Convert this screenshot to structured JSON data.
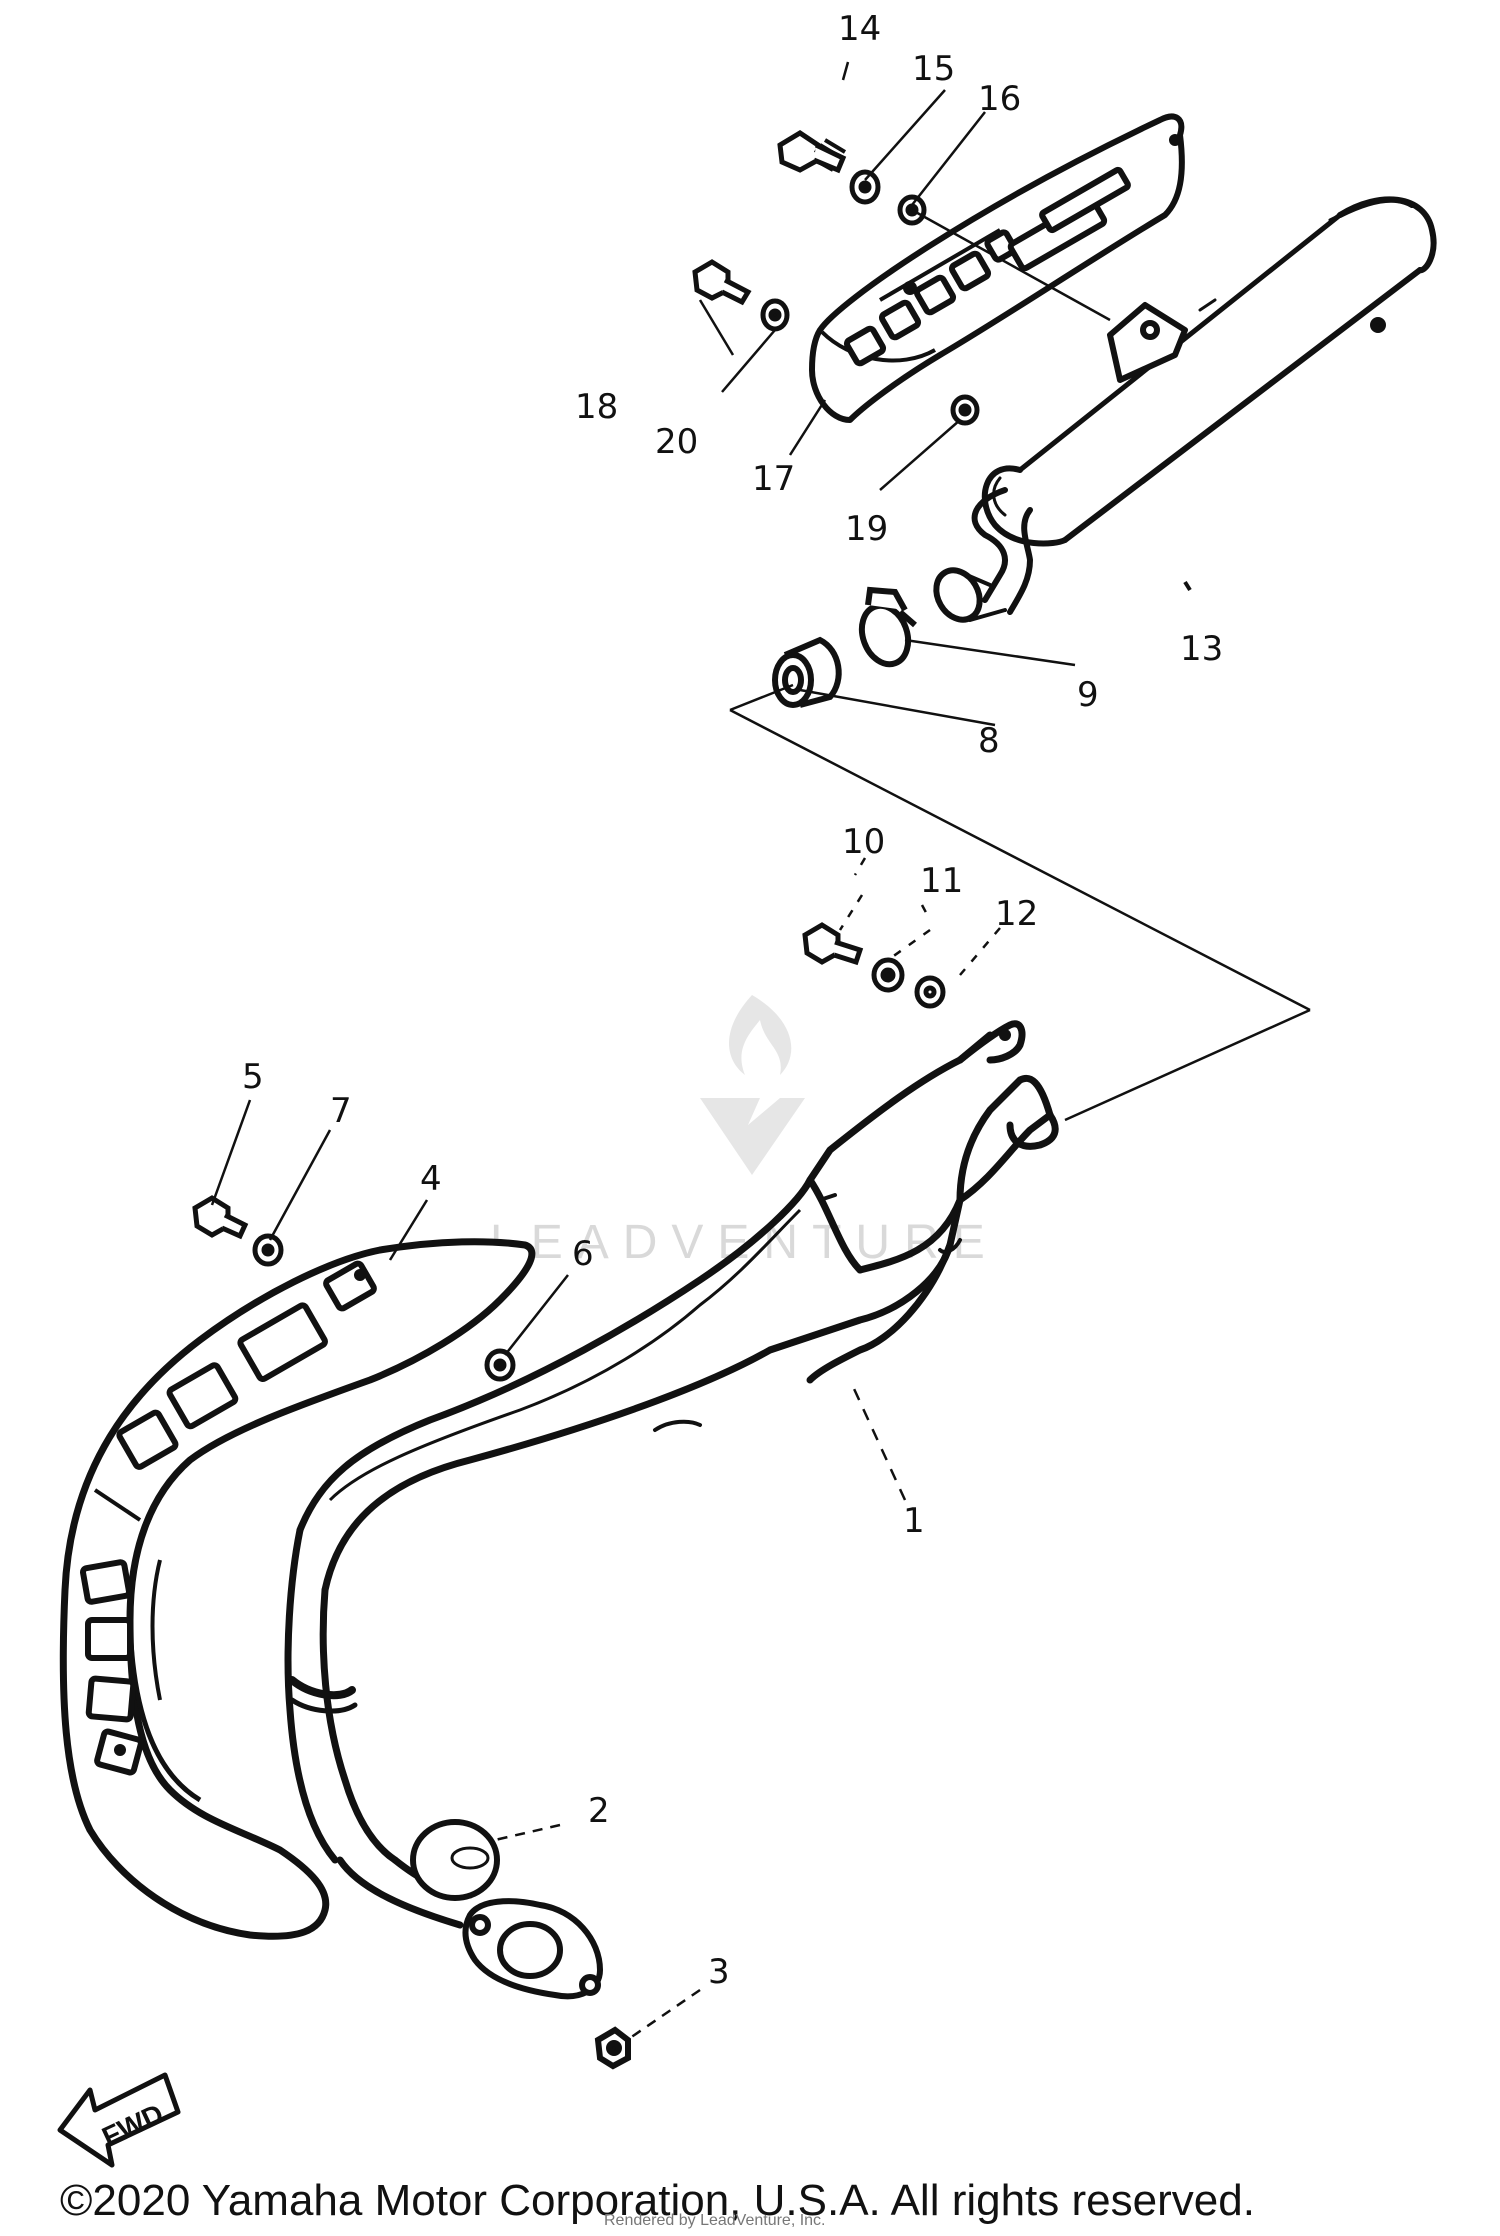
{
  "callouts": {
    "c1": "1",
    "c2": "2",
    "c3": "3",
    "c4": "4",
    "c5": "5",
    "c6": "6",
    "c7": "7",
    "c8": "8",
    "c9": "9",
    "c10": "10",
    "c11": "11",
    "c12": "12",
    "c13": "13",
    "c14": "14",
    "c15": "15",
    "c16": "16",
    "c17": "17",
    "c18": "18",
    "c19": "19",
    "c20": "20"
  },
  "fwd_label": "FWD",
  "watermark": {
    "brand": "LEADVENTURE"
  },
  "footer": {
    "copyright": "©2020 Yamaha Motor Corporation, U.S.A. All rights reserved.",
    "rendered_by": "Rendered by LeadVenture, Inc."
  }
}
